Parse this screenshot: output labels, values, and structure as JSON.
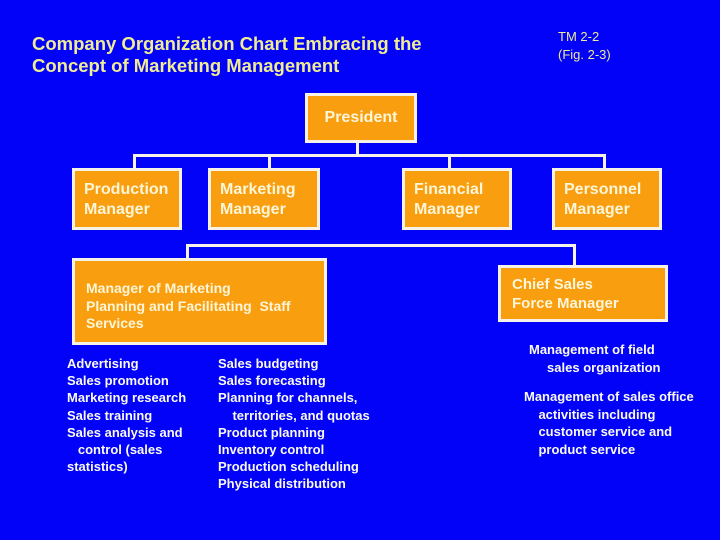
{
  "slide": {
    "title_lines": [
      "Company Organization Chart Embracing the",
      "Concept of Marketing Management"
    ],
    "reference_lines": [
      "TM 2-2",
      "(Fig. 2-3)"
    ]
  },
  "org_chart": {
    "president": {
      "label": "President"
    },
    "managers": [
      {
        "name": "production-manager",
        "lines": [
          "Production",
          "Manager"
        ]
      },
      {
        "name": "marketing-manager",
        "lines": [
          "Marketing",
          "Manager"
        ]
      },
      {
        "name": "financial-manager",
        "lines": [
          "Financial",
          "Manager"
        ]
      },
      {
        "name": "personnel-manager",
        "lines": [
          "Personnel",
          "Manager"
        ]
      }
    ],
    "staff_services_box": {
      "lines": [
        "Manager of Marketing",
        "Planning and Facilitating  Staff",
        "Services"
      ]
    },
    "chief_sales_box": {
      "lines": [
        "Chief Sales",
        "Force Manager"
      ]
    }
  },
  "staff_functions": {
    "column1": [
      "Advertising",
      "Sales promotion",
      "Marketing research",
      "Sales training",
      "Sales analysis and",
      "   control (sales",
      "statistics)"
    ],
    "column2": [
      "Sales budgeting",
      "Sales forecasting",
      "Planning for channels,",
      "    territories, and quotas",
      "Product planning",
      "Inventory control",
      "Production scheduling",
      "Physical distribution"
    ]
  },
  "sales_force_notes": {
    "block1": [
      "Management of field",
      "     sales organization"
    ],
    "block2": [
      "Management of sales office",
      "    activities including",
      "    customer service and",
      "    product service"
    ]
  },
  "colors": {
    "background": "#0202f8",
    "box_fill": "#f99e0e",
    "box_border": "#f6f2e8",
    "connector": "#f6f2e8",
    "title_text": "#f0ec94",
    "box_text": "#fdf6d8",
    "list_text": "#fafaf2"
  }
}
